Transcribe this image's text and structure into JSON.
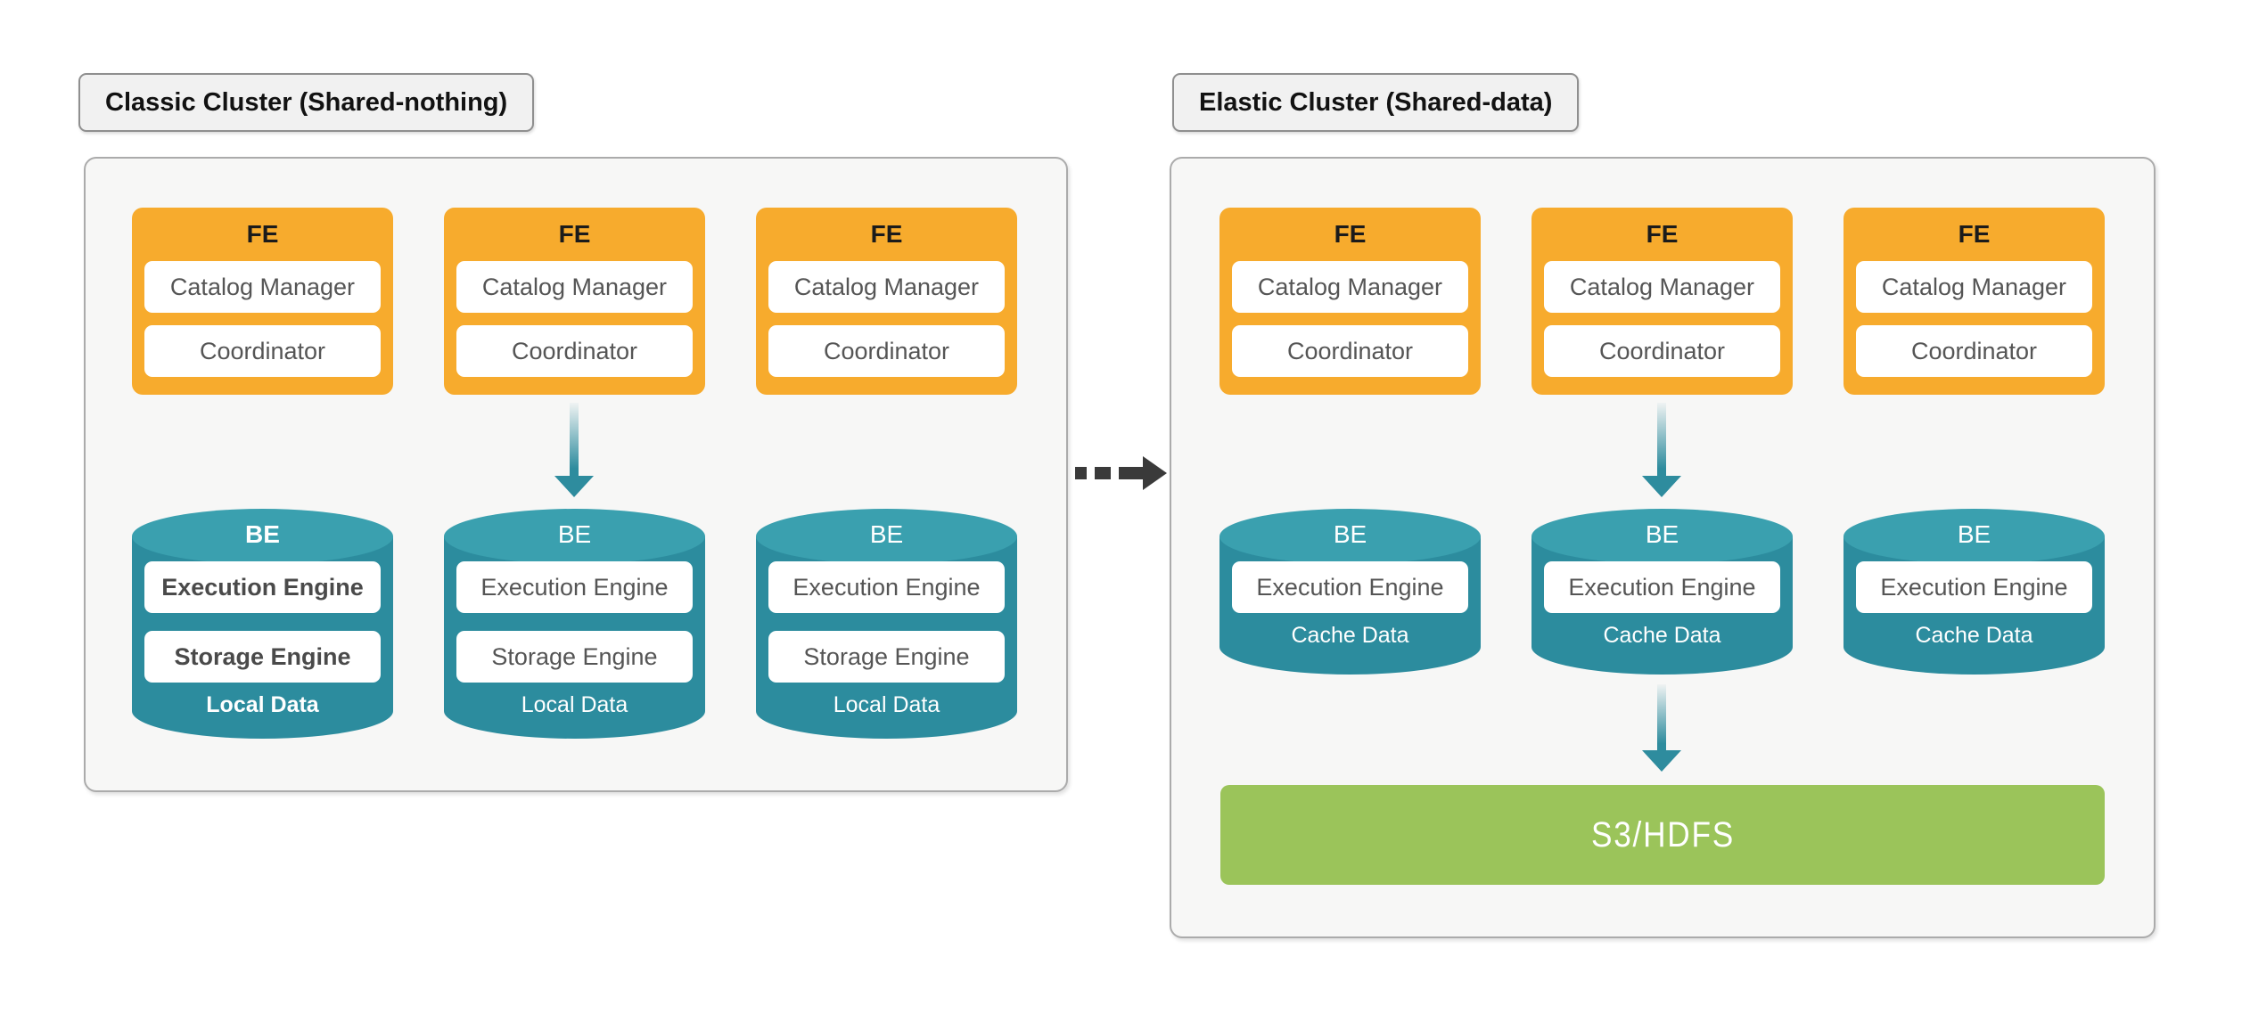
{
  "colors": {
    "fe_fill": "#F7AB2D",
    "be_body_fill": "#2C8C9E",
    "be_top_fill": "#3AA0AF",
    "storage_fill": "#9BC45A",
    "flow_arrow": "#2E8C9E",
    "migration_arrow": "#3A3A3A",
    "panel_bg": "#F7F7F6",
    "component_text": "#555555"
  },
  "icons": {
    "flow_arrow": "down-arrow",
    "migration_arrow": "dashed-right-arrow"
  },
  "classic": {
    "label": "Classic Cluster (Shared-nothing)",
    "fe_nodes": [
      {
        "title": "FE",
        "components": [
          "Catalog Manager",
          "Coordinator"
        ]
      },
      {
        "title": "FE",
        "components": [
          "Catalog Manager",
          "Coordinator"
        ]
      },
      {
        "title": "FE",
        "components": [
          "Catalog Manager",
          "Coordinator"
        ]
      }
    ],
    "be_nodes": [
      {
        "title": "BE",
        "components": [
          "Execution Engine",
          "Storage Engine"
        ],
        "data_label": "Local Data"
      },
      {
        "title": "BE",
        "components": [
          "Execution Engine",
          "Storage Engine"
        ],
        "data_label": "Local Data"
      },
      {
        "title": "BE",
        "components": [
          "Execution Engine",
          "Storage Engine"
        ],
        "data_label": "Local Data"
      }
    ]
  },
  "elastic": {
    "label": "Elastic Cluster (Shared-data)",
    "fe_nodes": [
      {
        "title": "FE",
        "components": [
          "Catalog Manager",
          "Coordinator"
        ]
      },
      {
        "title": "FE",
        "components": [
          "Catalog Manager",
          "Coordinator"
        ]
      },
      {
        "title": "FE",
        "components": [
          "Catalog Manager",
          "Coordinator"
        ]
      }
    ],
    "be_nodes": [
      {
        "title": "BE",
        "components": [
          "Execution Engine"
        ],
        "data_label": "Cache Data"
      },
      {
        "title": "BE",
        "components": [
          "Execution Engine"
        ],
        "data_label": "Cache Data"
      },
      {
        "title": "BE",
        "components": [
          "Execution Engine"
        ],
        "data_label": "Cache Data"
      }
    ],
    "storage_label": "S3/HDFS"
  }
}
